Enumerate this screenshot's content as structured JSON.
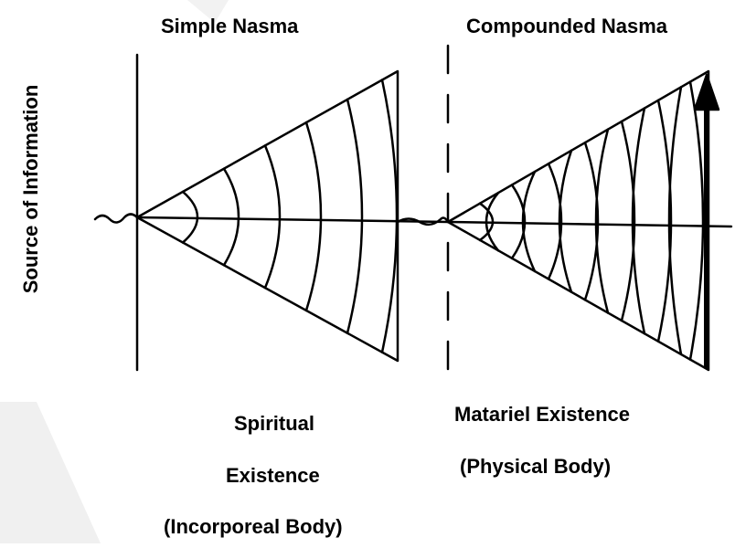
{
  "titles": {
    "left": "Simple Nasma",
    "right": "Compounded Nasma"
  },
  "side_label": "Source of Information",
  "captions": {
    "spiritual": [
      "Spiritual",
      "Existence",
      "(Incorporeal Body)"
    ],
    "material": [
      "Matariel Existence",
      "(Physical Body)"
    ]
  },
  "colors": {
    "stroke": "#000000",
    "background": "#ffffff",
    "watermark": "#f0f0f0"
  }
}
